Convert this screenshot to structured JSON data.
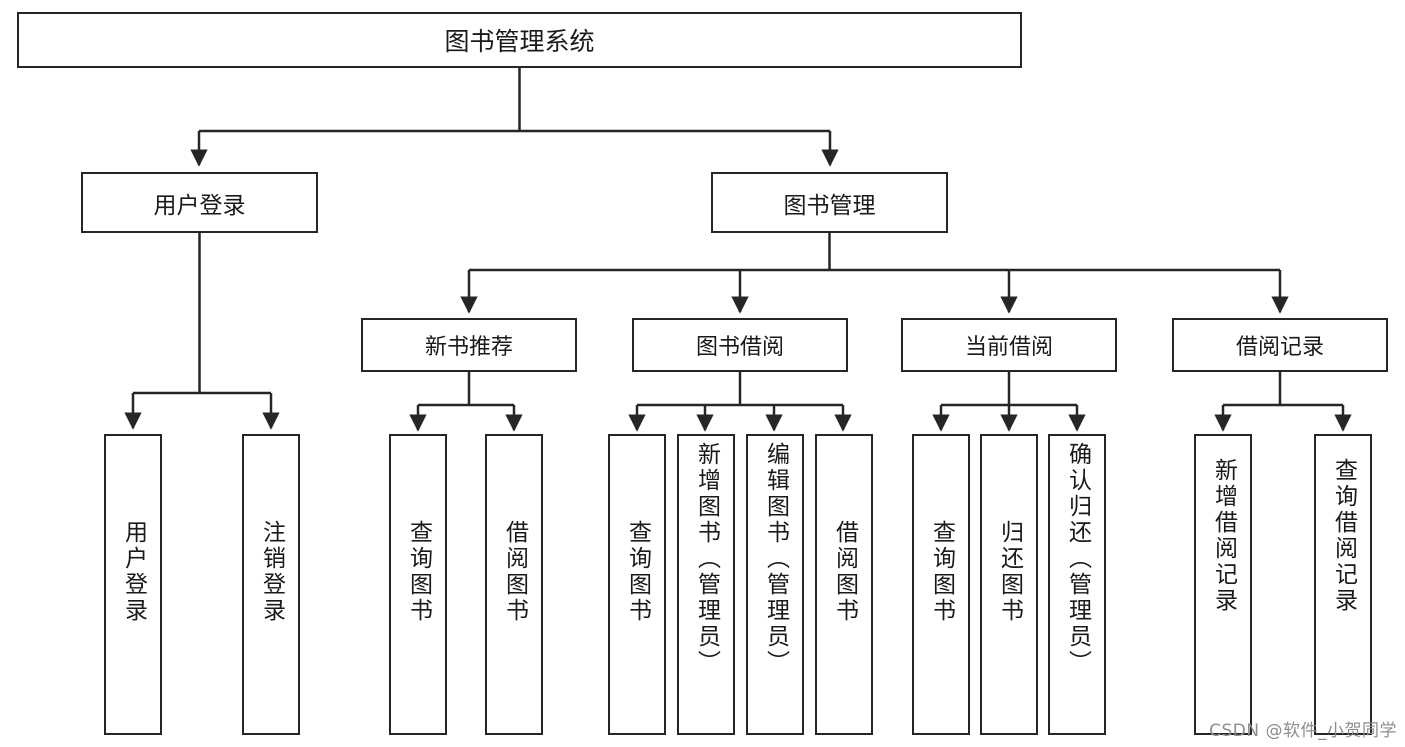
{
  "diagram": {
    "type": "tree",
    "title": "图书管理系统",
    "background_color": "#ffffff",
    "border_color": "#262626",
    "text_color": "#1a1a1a",
    "root": {
      "label": "图书管理系统"
    },
    "level2": [
      {
        "label": "用户登录"
      },
      {
        "label": "图书管理"
      }
    ],
    "level3": [
      {
        "label": "新书推荐"
      },
      {
        "label": "图书借阅"
      },
      {
        "label": "当前借阅"
      },
      {
        "label": "借阅记录"
      }
    ],
    "leaves": {
      "user_login": [
        {
          "label": "用户登录"
        },
        {
          "label": "注销登录"
        }
      ],
      "new_book": [
        {
          "label": "查询图书"
        },
        {
          "label": "借阅图书"
        }
      ],
      "book_borrow": [
        {
          "label": "查询图书"
        },
        {
          "label": "新增图书（管理员）"
        },
        {
          "label": "编辑图书（管理员）"
        },
        {
          "label": "借阅图书"
        }
      ],
      "current_borrow": [
        {
          "label": "查询图书"
        },
        {
          "label": "归还图书"
        },
        {
          "label": "确认归还（管理员）"
        }
      ],
      "borrow_record": [
        {
          "label": "新增借阅记录"
        },
        {
          "label": "查询借阅记录"
        }
      ]
    }
  },
  "watermark": {
    "text": "CSDN @软件_小贺同学"
  }
}
